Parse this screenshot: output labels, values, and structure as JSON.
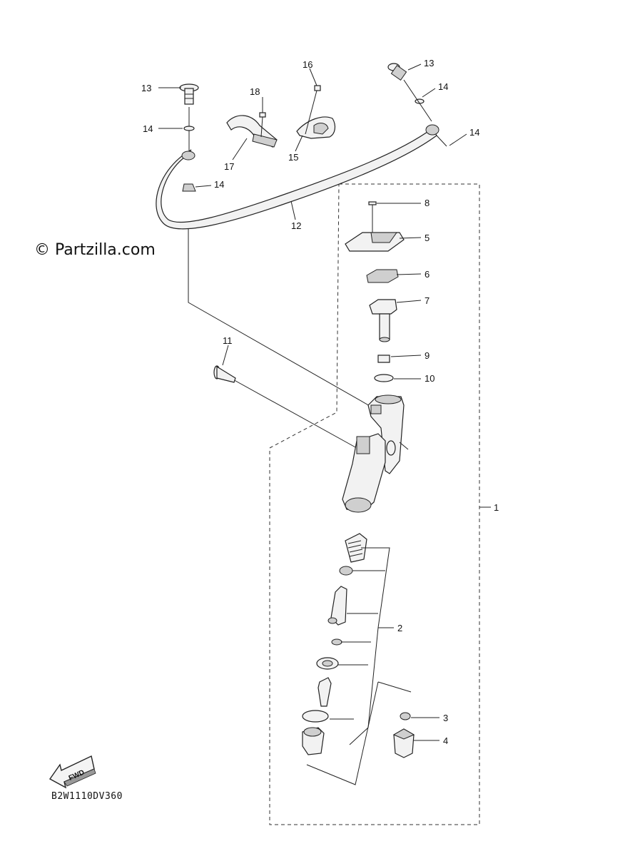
{
  "watermark": "© Partzilla.com",
  "diagram_code": "B2W1110DV360",
  "fwd_label": "FWD",
  "callouts": {
    "c1": "1",
    "c2": "2",
    "c3": "3",
    "c4": "4",
    "c5": "5",
    "c6": "6",
    "c7": "7",
    "c8": "8",
    "c9": "9",
    "c10": "10",
    "c11": "11",
    "c12": "12",
    "c13a": "13",
    "c13b": "13",
    "c14a": "14",
    "c14b": "14",
    "c14c": "14",
    "c14d": "14",
    "c15": "15",
    "c16": "16",
    "c17": "17",
    "c18": "18"
  }
}
